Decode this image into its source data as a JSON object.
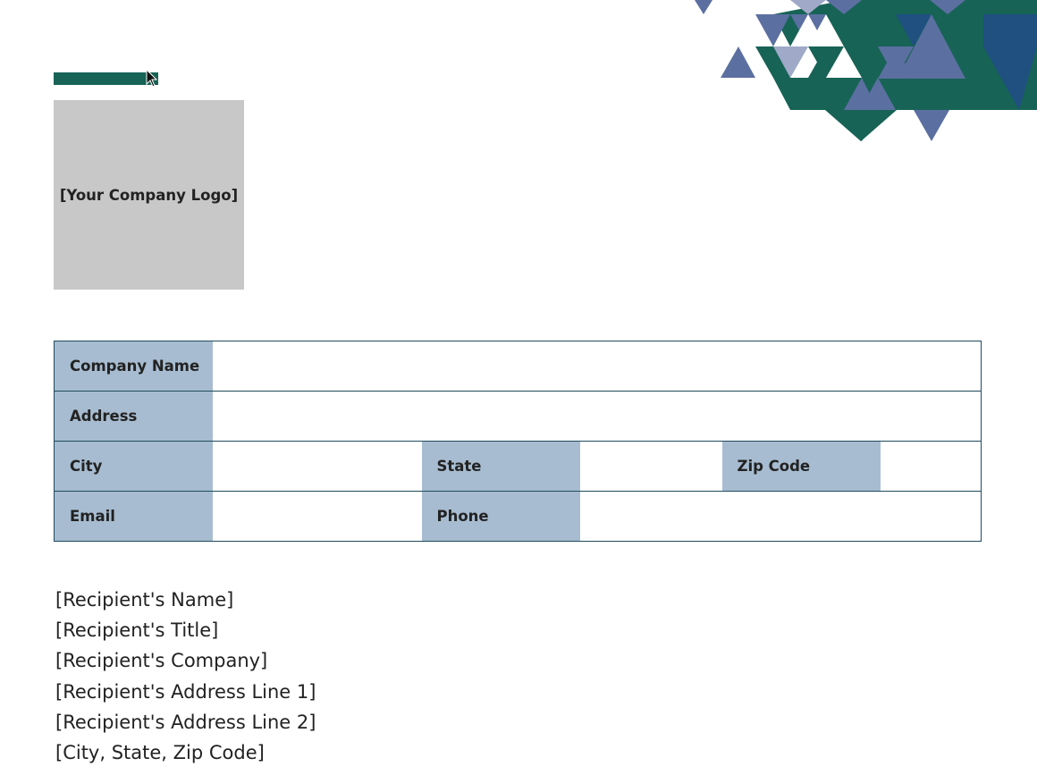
{
  "logo": {
    "placeholder": "[Your Company Logo]"
  },
  "form": {
    "company_name_label": "Company Name",
    "address_label": "Address",
    "city_label": "City",
    "state_label": "State",
    "zip_label": "Zip Code",
    "email_label": "Email",
    "phone_label": "Phone",
    "company_name_value": "",
    "address_value": "",
    "city_value": "",
    "state_value": "",
    "zip_value": "",
    "email_value": "",
    "phone_value": ""
  },
  "recipient": {
    "lines": [
      "[Recipient's Name]",
      "[Recipient's Title]",
      "[Recipient's Company]",
      "[Recipient's Address Line 1]",
      "[Recipient's Address Line 2]",
      "[City, State, Zip Code]"
    ]
  },
  "colors": {
    "accent_green": "#176356",
    "label_fill": "#a7bcd0",
    "border": "#1f4b5c",
    "logo_fill": "#c8c8c8",
    "tri_blue": "#5b6fa0",
    "tri_light": "#a0a9c8",
    "tri_navy": "#1f5080"
  },
  "decoration": {
    "icon": "triangle-pattern"
  }
}
